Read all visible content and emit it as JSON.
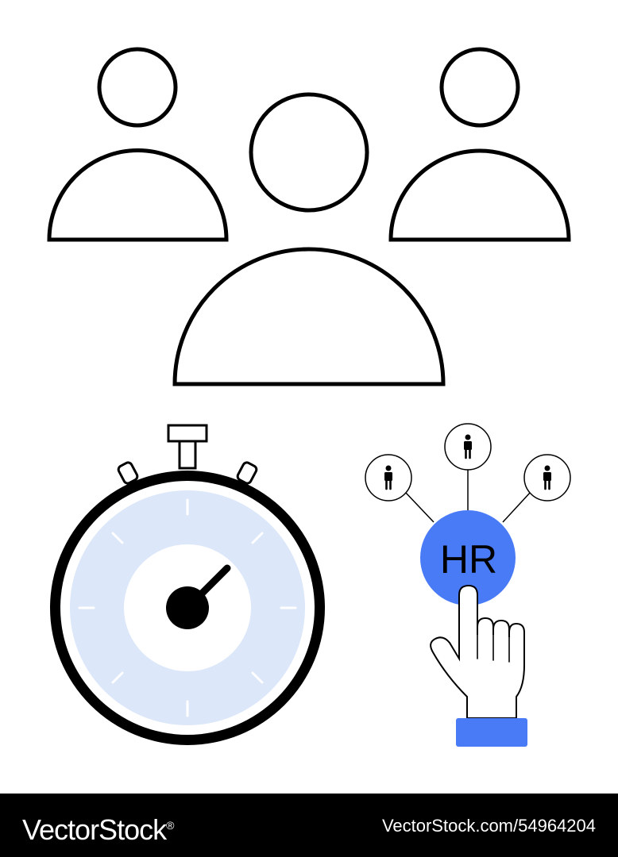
{
  "illustration": {
    "hr_button_label": "HR",
    "colors": {
      "accent_blue": "#4A7BF7",
      "dial_face": "#DCE7FA",
      "outline": "#000000",
      "background": "#FFFFFF"
    },
    "icons": [
      "team-group-icon",
      "stopwatch-icon",
      "hr-button-icon",
      "person-icon",
      "pointing-hand-icon"
    ]
  },
  "footer": {
    "brand": "VectorStock",
    "brand_mark": "®",
    "stock_id": "VectorStock.com/54964204"
  }
}
